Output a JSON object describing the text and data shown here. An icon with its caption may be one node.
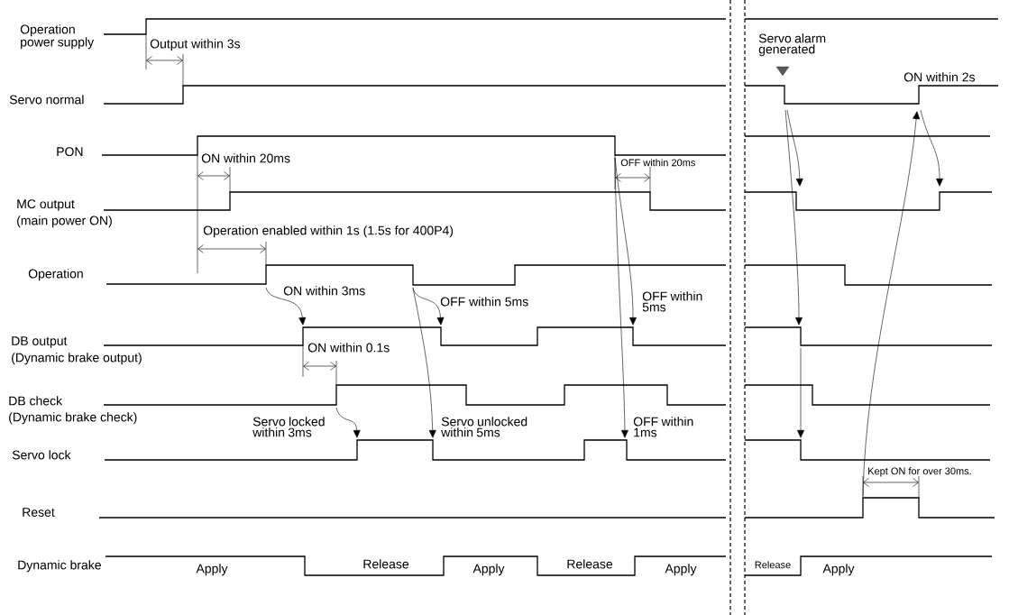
{
  "diagram": {
    "labels": [
      "Operation power supply",
      "Output within 3s",
      "Servo alarm generated",
      "Servo normal",
      "ON within 2s",
      "PON",
      "ON within 20ms",
      "OFF within 20ms",
      "MC output",
      "(main power ON)",
      "Operation enabled within 1s (1.5s for 400P4)",
      "Operation",
      "ON within 3ms",
      "OFF within 5ms",
      "OFF within 5ms",
      "DB output",
      "(Dynamic brake output)",
      "ON within 0.1s",
      "DB check",
      "(Dynamic brake check)",
      "Servo locked within 3ms",
      "Servo unlocked within 5ms",
      "OFF within 1ms",
      "Servo lock",
      "Kept ON for over 30ms.",
      "Reset",
      "Dynamic brake",
      "Apply",
      "Release",
      "Apply",
      "Release",
      "Apply",
      "Release",
      "Apply"
    ]
  }
}
